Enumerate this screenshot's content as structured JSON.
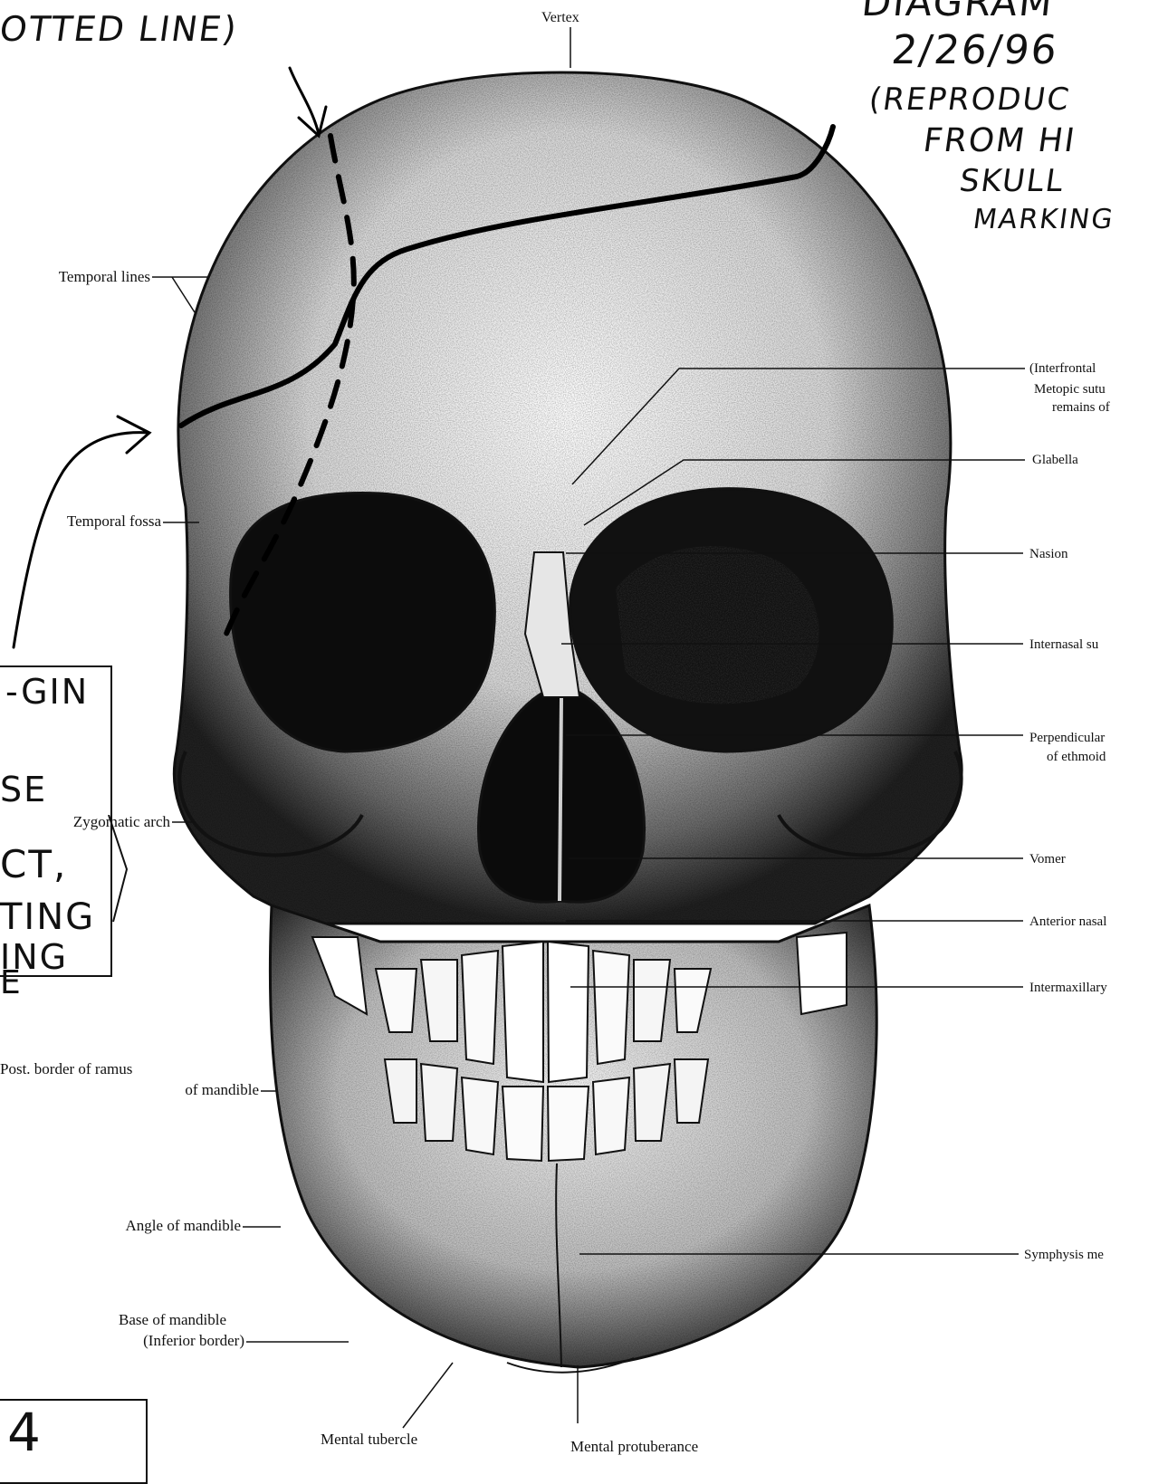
{
  "labels": {
    "vertex": "Vertex",
    "temporal_lines": "Temporal lines",
    "temporal_fossa": "Temporal fossa",
    "zygomatic_arch": "Zygomatic arch",
    "post_border_1": "Post. border of ramus",
    "post_border_2": "of mandible",
    "angle_of_mandible": "Angle of mandible",
    "base_mandible_1": "Base of mandible",
    "base_mandible_2": "(Inferior border)",
    "mental_tubercle": "Mental tubercle",
    "mental_protuberance": "Mental protuberance",
    "interfrontal_1": "(Interfrontal",
    "interfrontal_2": "Metopic sutu",
    "interfrontal_3": "remains of",
    "glabella": "Glabella",
    "nasion": "Nasion",
    "internasal": "Internasal su",
    "perpendicular_1": "Perpendicular",
    "perpendicular_2": "of ethmoid",
    "vomer": "Vomer",
    "anterior_nasal": "Anterior nasal",
    "intermaxillary": "Intermaxillary",
    "symphysis": "Symphysis me"
  },
  "handwriting": {
    "top_left": "OTTED   LINE)",
    "top_right_1": "DIAGRAM",
    "top_right_2": "2/26/96",
    "top_right_3": "(REPRODUC",
    "top_right_4": "FROM  HI",
    "top_right_5": "SKULL",
    "top_right_6": "MARKING",
    "box_1": "-GIN",
    "box_2": "SE",
    "box_3": "CT,",
    "box_4": "TING",
    "box_5": "ING",
    "box_6": "E",
    "page_number": "4"
  },
  "colors": {
    "ink": "#111111",
    "bone_light": "#f4f4f4",
    "bone_shadow": "#555555",
    "cavity": "#0a0a0a"
  }
}
